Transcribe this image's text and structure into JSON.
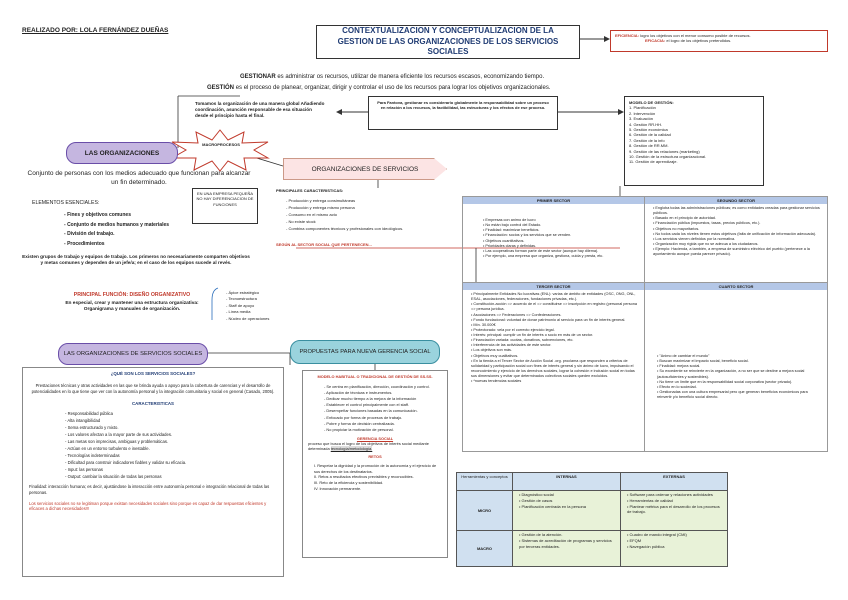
{
  "author": "REALIZADO POR: LOLA FERNÁNDEZ DUEÑAS",
  "title": "CONTEXTUALIZACION Y CONCEPTUALIZACION DE LA GESTION DE LAS ORGANIZACIONES DE LOS SERVICIOS SOCIALES",
  "eficiencia_box": {
    "line1_label": "EFICIENCIA:",
    "line1": "logro los objetivos con el menor consumo posible de recursos.",
    "line2_label": "EFICACIA:",
    "line2": "el logro de los objetivos pretendidos."
  },
  "gestionar": {
    "bold": "GESTIONAR",
    "text": "es administrar os recursos, utilizar de manera eficiente los recursos escasos, economizando tiempo."
  },
  "gestion": {
    "bold": "GESTIÓN",
    "text": "es el proceso de planear, organizar, dirigir y controlar el uso de los recursos para lograr los objetivos organizacionales."
  },
  "tomamos": "Tomamos la organización de una manera global Añadiendo coordinación, asunción responsable de esa situación desde el principio hasta el final.",
  "para_fantova": "Para Fantova, gestionar es considerarlo globalmente la responsabilidad sobre un proceso en relación a los recursos, la factibilidad, las estructuras y los efectos de ese proceso.",
  "modelo_gestion": {
    "title": "MODELO DE GESTIÓN:",
    "items": [
      "1. Planificación",
      "2. Intervención",
      "3. Evaluación",
      "4. Gestión RR.HH.",
      "5. Gestión económica",
      "6. Gestión de la calidad",
      "7. Gestión de la info",
      "8. Gestión de RR.MM.",
      "9. Gestión de las relaciones (marketing)",
      "10. Gestión de la estructura organizacional.",
      "11. Gestión de aprendizaje."
    ]
  },
  "macroprocesos": "MACROPROCESOS",
  "las_organizaciones": "LAS ORGANIZACIONES",
  "conjunto": "Conjunto de personas con los medios adecuado que funcionan para alcanzar un fin determinado.",
  "empresa_peq": "EN UNA EMPRESA PEQUEÑA NO HAY DIFERENCIACION DE FUNCIONES",
  "elementos": {
    "title": "ELEMENTOS ESENCIALES:",
    "items": [
      "Fines y objetivos comunes",
      "Conjunto de medios humanos y materiales",
      "División del trabajo.",
      "Procedimientos"
    ]
  },
  "existen_grupos": "Existen grupos de trabajo y equipos de trabajo. Los primeros no necesariamente comparten objetivos y metas comunes y dependen de un jefe/a; en el caso de los equipos sucede al revés.",
  "funcion": {
    "title": "PRINCIPAL FUNCIÓN: DISEÑO ORGANIZATIVO",
    "text": "En especial, crear y mantener una estructura organizativa: Organigrama y manuales de organización."
  },
  "apice": [
    "Ápice estratégico",
    "Tecnoestructura",
    "Staff de apoyo",
    "Línea media",
    "Núcleo de operaciones"
  ],
  "org_servicios": "ORGANIZACIONES DE SERVICIOS",
  "principales": {
    "title": "PRINCIPALES CARACTERISTICAS:",
    "items": [
      "Producción y entrega consimultáneas",
      "Producción y entrega mismo persona",
      "Consumo en el mismo acto",
      "No existe stock",
      "Combina componentes técnicos y profesionales con ideológicos."
    ]
  },
  "segun": "SEGÚN AL SECTOR SOCIAL QUE PERTENECEN...",
  "sectors": {
    "primer_title": "PRIMER SECTOR",
    "primer": [
      "Empresas con animo de lucro",
      "No están bajo control del Estado.",
      "Finalidad: maximizar beneficios.",
      "Financiación: socios y los servicios que se venden.",
      "Objetivos cuantitativos.",
      "Prioridades claras y definidas.",
      "Las cooperativas forman parte de este sector (aunque hay dilema).",
      "Por ejemplo, una empresa que organiza, gestiona, cuida y presta, etc."
    ],
    "segundo_title": "SEGUNDO SECTOR",
    "segundo": [
      "Engloba todas las administraciones públicas; es como entidades creadas para gestionar servicios públicos.",
      "Basado en el principio de autoridad.",
      "Financiación pública (impuestos, tasas, precios públicos, etc.).",
      "Objetivos no mayoritarios.",
      "No todos cada los niveles tienen estos objetivos (falta de unificación de información adecuada).",
      "Los servicios vienen definidos por la normativa.",
      "Organización muy rígida que no se adecua a los ciudadanos.",
      "Ejemplo: Hacienda, a también, a empresa de suministro eléctrico del pueblo (pertenece a la ayuntamiento aunque pueda parecer privado)."
    ],
    "tercer_title": "TERCER SECTOR",
    "tercer": [
      "Principalmente Entidades No lucrativas (ENL): varias de ámbito de entidades (OSC, ONG, ONL, ESAL, asociaciones, federaciones, fundaciones privadas, etc.).",
      "Constitución-acción => acuerdo de el => constituirse => inscripción en registro (personal persona => persona jurídica.",
      "Asociaciones => Federaciones => Confederaciones.",
      "Fondo fundacional: voluntad de donar patrimonio al servicio para un fin de interés general.",
      "Mín. 30.000€",
      "Protectorado: vela por el correcto ejercicio legal.",
      "Interés: principal: cumplir un fin de interés o socio en más de un sector.",
      "Financiación variada: cuotas, donativos, subvenciones, etc.",
      "Interferencia de las actividades de este sector.",
      "Los objetivos son más.",
      "Objetivos muy cualitativos.",
      "En la tienda a el Tercer Sector de Acción Social .org. proclama que responden a criterios de solidaridad y participación social con fines de interés general y sin ánimo de lucro, impulsando el reconocimiento y ejercicio de los derechos sociales, lograr la cohesión e inclusión social en todas sus dimensiones y evitar que determinados colectivos sociales queden excluidos.",
      "*nuevas tendencias sociales"
    ],
    "cuarto_title": "CUARTO SECTOR",
    "cuarto": [
      "\"Animo de cambiar el mundo\"",
      "Buscan maximizar el impacto social, beneficio social.",
      "Finalidad: mejora social.",
      "Su excedente se reinvierte en la organización, a no ser que se destine a mejora social (autosuficientes y sostenibles).",
      "No tiene un límite que en la responsabilidad social corporativa (sector privado).",
      "Efecto en lo sociedad.",
      "Gestionadas con una cultura empresarial pero que generan beneficios económicos para reinvertir y/o beneficio social directo."
    ]
  },
  "org_serv_sociales": "LAS ORGANIZACIONES DE SERVICIOS SOCIALES",
  "que_son": {
    "title": "¿QUÉ SON LOS SERVICIOS SOCIALES?",
    "text": "Prestaciones técnicas y otras actividades en las que se brinda ayuda o apoyo para la cobertura de carencias y el desarrollo de potencialidades en lo que tiene que ver con la autonomía personal y la integración comunitaria y social en general (Casado, 2005)."
  },
  "caracteristicas": {
    "title": "CARACTERISTICAS",
    "items": [
      "Responsabilidad pública",
      "Alta intangibilidad",
      "Sema estructurado y mixto.",
      "Los valores afectan a la mayor parte de sus actividades.",
      "Las metas son imprecisas, ambiguas y problemáticas.",
      "Actúan en un entorno turbulento e inestable.",
      "Tecnologías indeterminadas",
      "Dificultad para construir indicadores fiables y validar su eficacia.",
      "Input: las personas",
      "Output: cambiar la situación de todas las personas"
    ]
  },
  "finalidad": "Finalidad: interacción humana; es decir, ajustándose la interacción entre autonomía personal e integración relacional de todas las personas.",
  "legitiman": "Los servicios sociales no se legitiman porque existan necesidades sociales sino porque es capaz de dar respuestas eficientes y eficaces a dichas necesidades!!!",
  "propuestas": "PROPUESTAS PARA NUEVA GERENCIA SOCIAL",
  "modelo_trad": {
    "title": "MODELO HABITUAL O TRADICIONAL DE GESTIÓN DE SS.SS.",
    "items": [
      "Se centra en planificación, dirección, coordinación y control.",
      "Aplicación de técnicas e instrumentos.",
      "Dedicar mucho tiempo a la mejora de la información",
      "Establecer el control principalmente con el staff.",
      "Desempeñar funciones basadas en la comunicación.",
      "Enfocado por forma de procesos de trabajo.",
      "Pobre y forma de decisión centralizada.",
      "No propiciar la motivación de personal."
    ]
  },
  "gerencia": {
    "title": "GERENCIA SOCIAL",
    "text": "proceso que busca el logro de los objetivos de interés social mediante determinada",
    "highlight": "tecnología/metodología."
  },
  "retos": {
    "title": "RETOS",
    "items": [
      "I. Respetar la dignidad y la promoción de la autonomía y el ejercicio de sus derechos de los destinatarios.",
      "II. Retos a resultados efectivos previsibles y reconocibles.",
      "III. Reto de la eficiencia y sostenibilidad.",
      "IV. Innovación permanente."
    ]
  },
  "herr_table": {
    "corner": "Herramientas y conceptos",
    "internas": "INTERNAS",
    "externas": "EXTERNAS",
    "micro": "MICRO",
    "macro": "MACRO",
    "micro_int": [
      "Diagnóstico social",
      "Gestión de casos",
      "Planificación centrada en la persona"
    ],
    "micro_ext": [
      "Software para ordenar y relaciones actividades",
      "Herramientas de calidad",
      "Plantear métrica para el desarrollo de los procesos de trabajo."
    ],
    "macro_int": [
      "Gestión de la atención.",
      "Sistemas de acreditación de programas y servicios por terceras entidades."
    ],
    "macro_ext": [
      "Cuadro de mando integral (CMI)",
      "EFQM",
      "Navegación pública"
    ]
  }
}
